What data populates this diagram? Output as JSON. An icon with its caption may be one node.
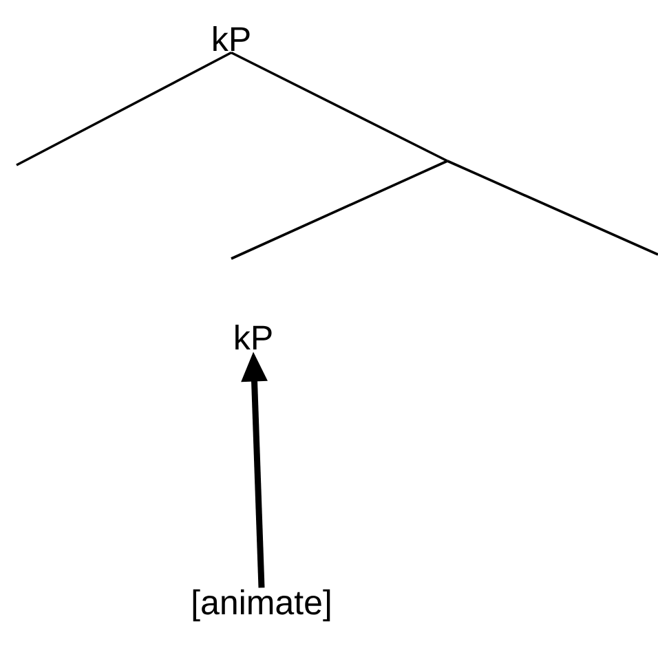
{
  "diagram": {
    "nodes": [
      {
        "text": [
          "kP"
        ]
      },
      {
        "text": [
          "kP"
        ]
      },
      {
        "text": [
          "[animate]"
        ]
      }
    ],
    "edges": [
      {
        "from": 0,
        "to": null,
        "arrow": "none"
      },
      {
        "from": 0,
        "to": null,
        "arrow": "none"
      },
      {
        "from": 2,
        "to": 1,
        "arrow": "to",
        "style": "thick"
      }
    ]
  }
}
